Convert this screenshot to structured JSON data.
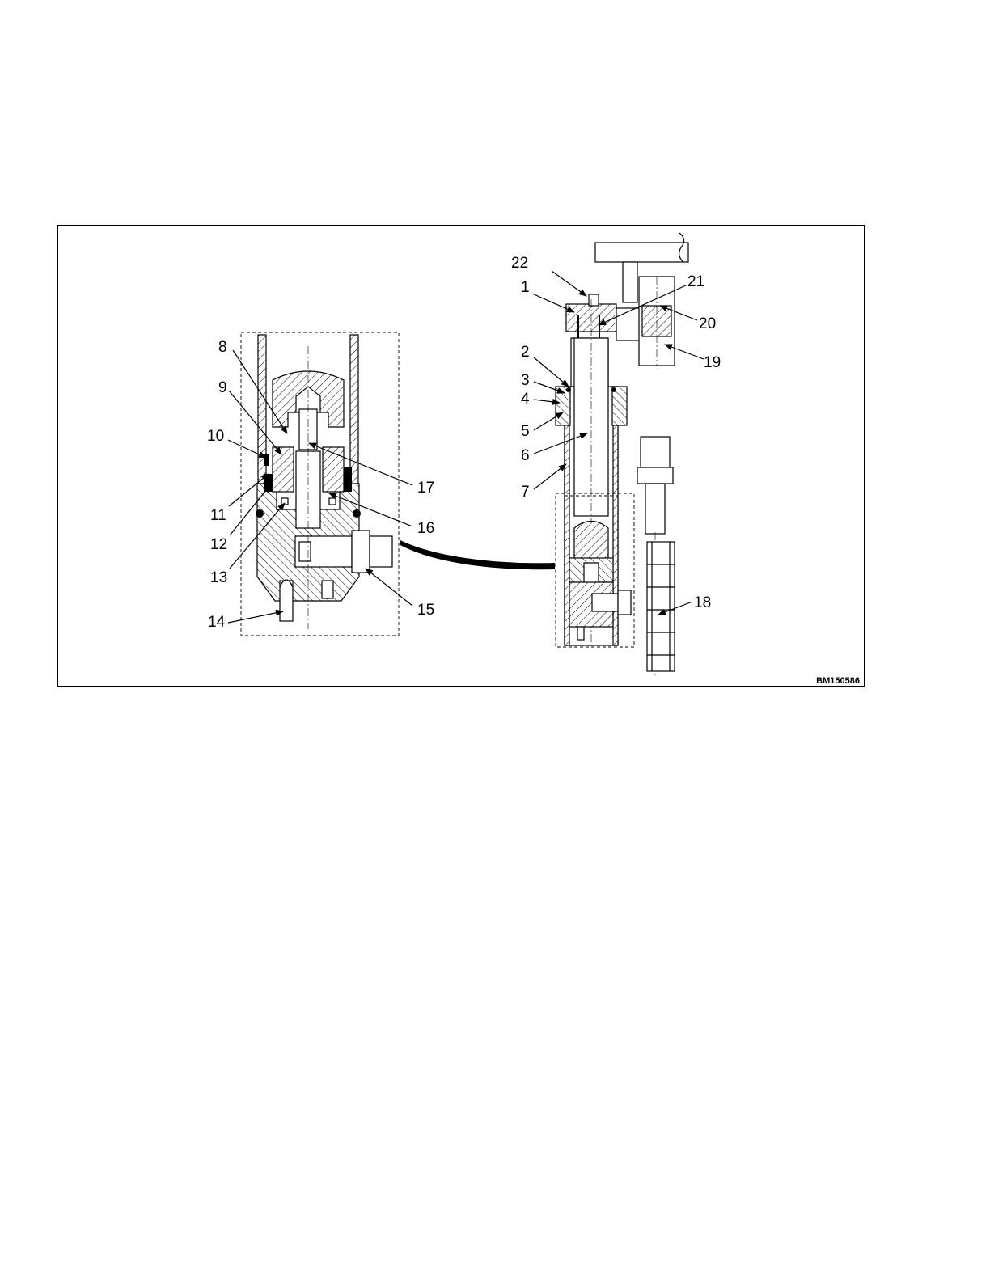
{
  "figure": {
    "figure_id": "BM150586",
    "callouts": [
      "1",
      "2",
      "3",
      "4",
      "5",
      "6",
      "7",
      "8",
      "9",
      "10",
      "11",
      "12",
      "13",
      "14",
      "15",
      "16",
      "17",
      "18",
      "19",
      "20",
      "21",
      "22"
    ]
  }
}
